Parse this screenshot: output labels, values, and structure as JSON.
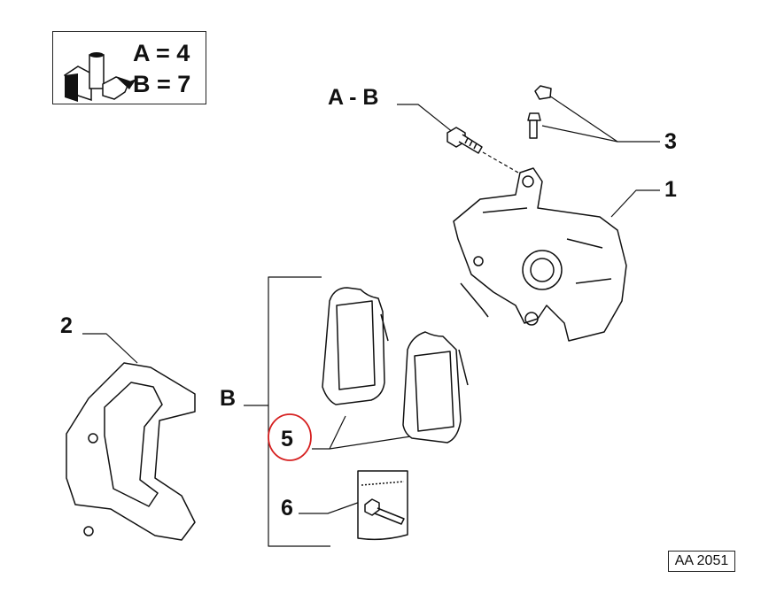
{
  "legend": {
    "line_a": "A = 4",
    "line_b": "B = 7",
    "icon": "threadlocker-bottle-icon"
  },
  "callouts": {
    "bolt": "A - B",
    "bleed_screw": "3",
    "caliper": "1",
    "bracket": "2",
    "kit": "B",
    "pads": "5",
    "bolt_kit": "6"
  },
  "highlight_color": "#d62020",
  "reference": "AA 2051"
}
